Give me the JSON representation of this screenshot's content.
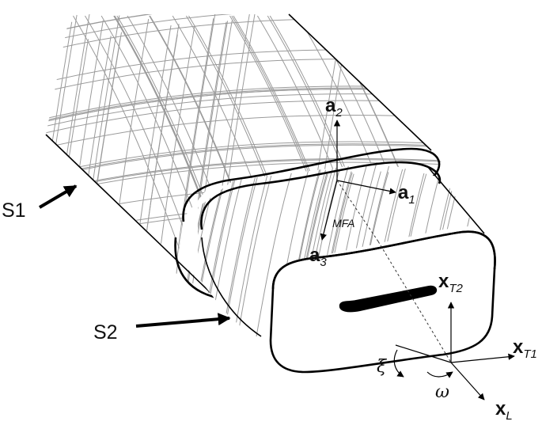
{
  "labels": {
    "s1": "S1",
    "s2": "S2",
    "mfa": "MFA",
    "a1": {
      "main": "a",
      "sub": "1"
    },
    "a2": {
      "main": "a",
      "sub": "2"
    },
    "a3": {
      "main": "a",
      "sub": "3"
    },
    "xT1": {
      "main": "x",
      "sub": "T1"
    },
    "xT2": {
      "main": "x",
      "sub": "T2"
    },
    "xL": {
      "main": "x",
      "sub": "L"
    },
    "xi": "ξ",
    "omega": "ω"
  },
  "colors": {
    "outline": "#000000",
    "fiber": "#9a9a9a",
    "background": "#ffffff"
  }
}
